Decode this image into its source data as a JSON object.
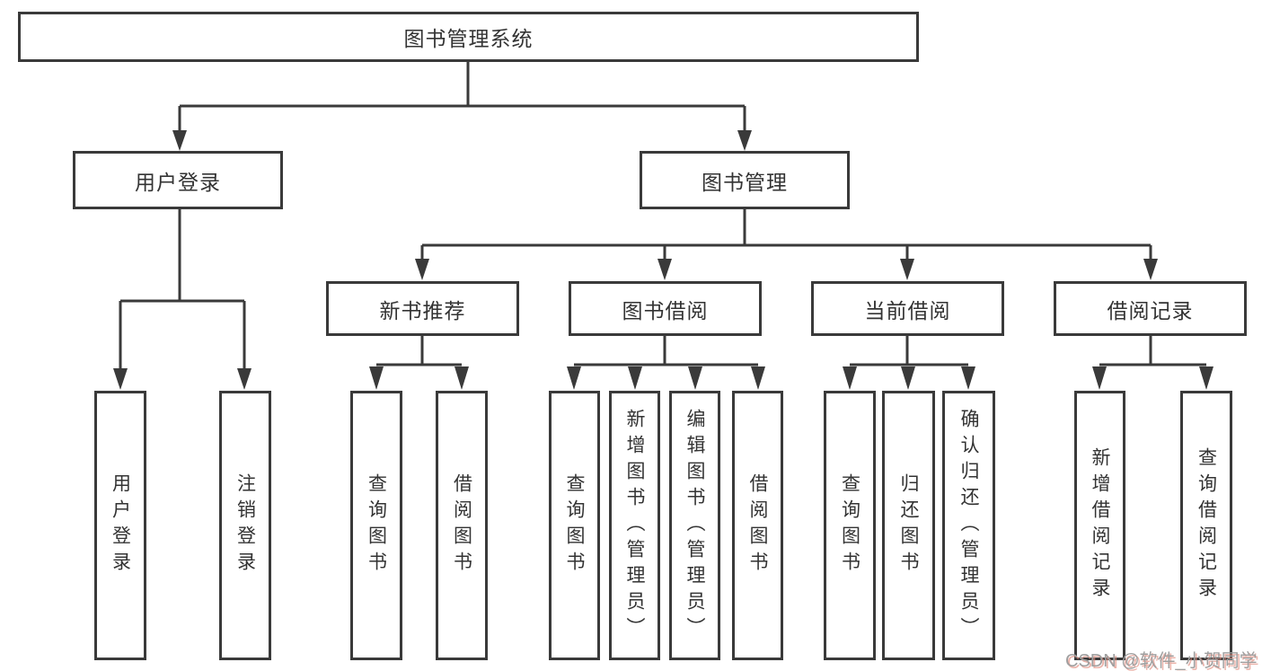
{
  "diagram": {
    "title": "图书管理系统",
    "root": {
      "label": "图书管理系统"
    },
    "branches": [
      {
        "id": "user-login",
        "label": "用户登录",
        "children": [
          "用户登录",
          "注销登录"
        ]
      },
      {
        "id": "book-management",
        "label": "图书管理"
      }
    ],
    "modules": [
      {
        "id": "new-book-recommend",
        "label": "新书推荐",
        "children": [
          "查询图书",
          "借阅图书"
        ]
      },
      {
        "id": "book-borrow",
        "label": "图书借阅",
        "children": [
          "查询图书",
          "新增图书（管理员）",
          "编辑图书（管理员）",
          "借阅图书"
        ]
      },
      {
        "id": "current-borrow",
        "label": "当前借阅",
        "children": [
          "查询图书",
          "归还图书",
          "确认归还（管理员）"
        ]
      },
      {
        "id": "borrow-records",
        "label": "借阅记录",
        "children": [
          "新增借阅记录",
          "查询借阅记录"
        ]
      }
    ]
  },
  "watermark": {
    "text": "CSDN @软件_小贺同学"
  },
  "colors": {
    "line": "#3a3a3a",
    "box_border": "#3a3a3a",
    "text": "#333333",
    "watermark": "#9f9f9f",
    "watermark_shadow": "#e08a7d",
    "background": "#ffffff"
  }
}
